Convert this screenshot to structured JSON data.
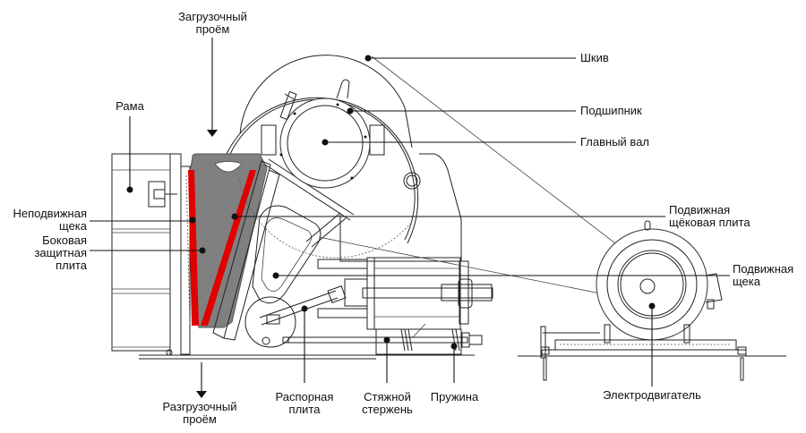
{
  "title": "Устройство щековой дробилки",
  "colors": {
    "jaw_plate": "#e00000",
    "crushing_chamber": "#808080",
    "line": "#222222",
    "background": "#ffffff"
  },
  "labels": {
    "feed_opening": [
      "Загрузочный",
      "проём"
    ],
    "frame": [
      "Рама"
    ],
    "fixed_jaw": [
      "Неподвижная",
      "щека"
    ],
    "side_guard_plate": [
      "Боковая",
      "защитная",
      "плита"
    ],
    "sheave": [
      "Шкив"
    ],
    "bearing": [
      "Подшипник"
    ],
    "main_shaft": [
      "Главный вал"
    ],
    "movable_jaw_plate": [
      "Подвижная",
      "щёковая плита"
    ],
    "movable_jaw": [
      "Подвижная",
      "щека"
    ],
    "discharge_opening": [
      "Разгрузочный",
      "проём"
    ],
    "toggle_plate": [
      "Распорная",
      "плита"
    ],
    "tie_rod": [
      "Стяжной",
      "стержень"
    ],
    "spring": [
      "Пружина"
    ],
    "motor": [
      "Электродвигатель"
    ]
  }
}
